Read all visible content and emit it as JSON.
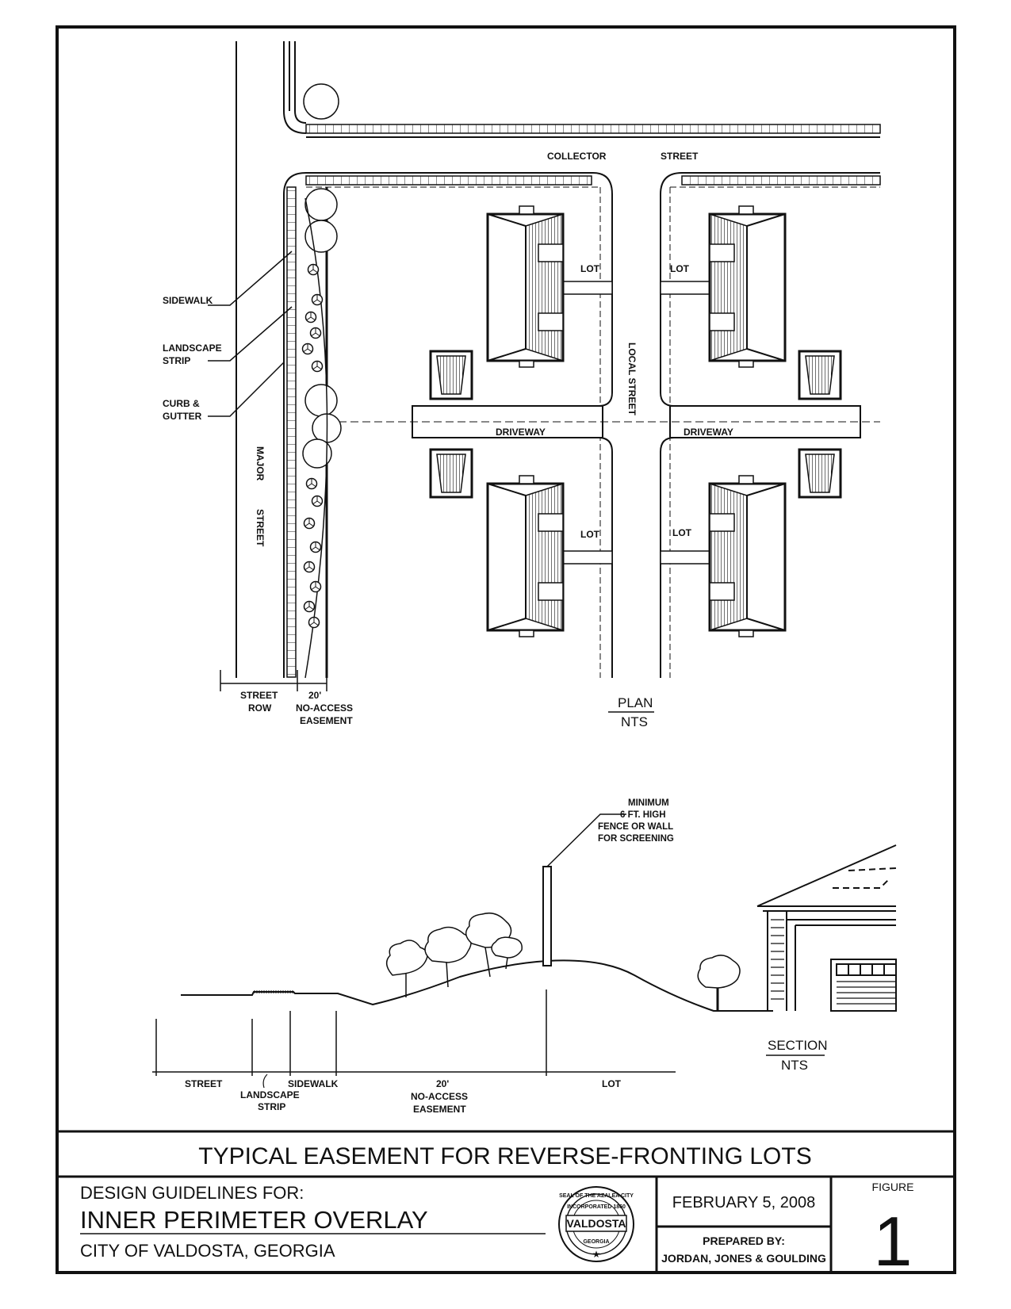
{
  "plan": {
    "collector": "COLLECTOR",
    "street": "STREET",
    "local_street": "LOCAL STREET",
    "lot": "LOT",
    "driveway": "DRIVEWAY",
    "sidewalk": "SIDEWALK",
    "landscape_l1": "LANDSCAPE",
    "landscape_l2": "STRIP",
    "curb_l1": "CURB &",
    "curb_l2": "GUTTER",
    "major": "MAJOR",
    "major_street": "STREET",
    "row_l1": "STREET",
    "row_l2": "ROW",
    "ease_l1": "20'",
    "ease_l2": "NO-ACCESS",
    "ease_l3": "EASEMENT",
    "title": "PLAN",
    "scale": "NTS"
  },
  "section": {
    "fence_l1": "MINIMUM",
    "fence_l2": "6 FT. HIGH",
    "fence_l3": "FENCE OR WALL",
    "fence_l4": "FOR SCREENING",
    "street": "STREET",
    "landscape_l1": "LANDSCAPE",
    "landscape_l2": "STRIP",
    "sidewalk": "SIDEWALK",
    "ease_l1": "20'",
    "ease_l2": "NO-ACCESS",
    "ease_l3": "EASEMENT",
    "lot": "LOT",
    "title": "SECTION",
    "scale": "NTS"
  },
  "title_block": {
    "title": "TYPICAL EASEMENT FOR REVERSE-FRONTING LOTS",
    "design_guidelines": "DESIGN GUIDELINES FOR:",
    "overlay": "INNER PERIMETER OVERLAY",
    "city": "CITY OF VALDOSTA, GEORGIA",
    "date": "FEBRUARY 5, 2008",
    "prepared_by": "PREPARED BY:",
    "firm": "JORDAN, JONES & GOULDING",
    "figure_label": "FIGURE",
    "figure_number": "1"
  },
  "seal": {
    "top": "SEAL OF THE AZALEA CITY",
    "incorporated": "INCORPORATED 1860",
    "name": "VALDOSTA",
    "state": "GEORGIA"
  }
}
